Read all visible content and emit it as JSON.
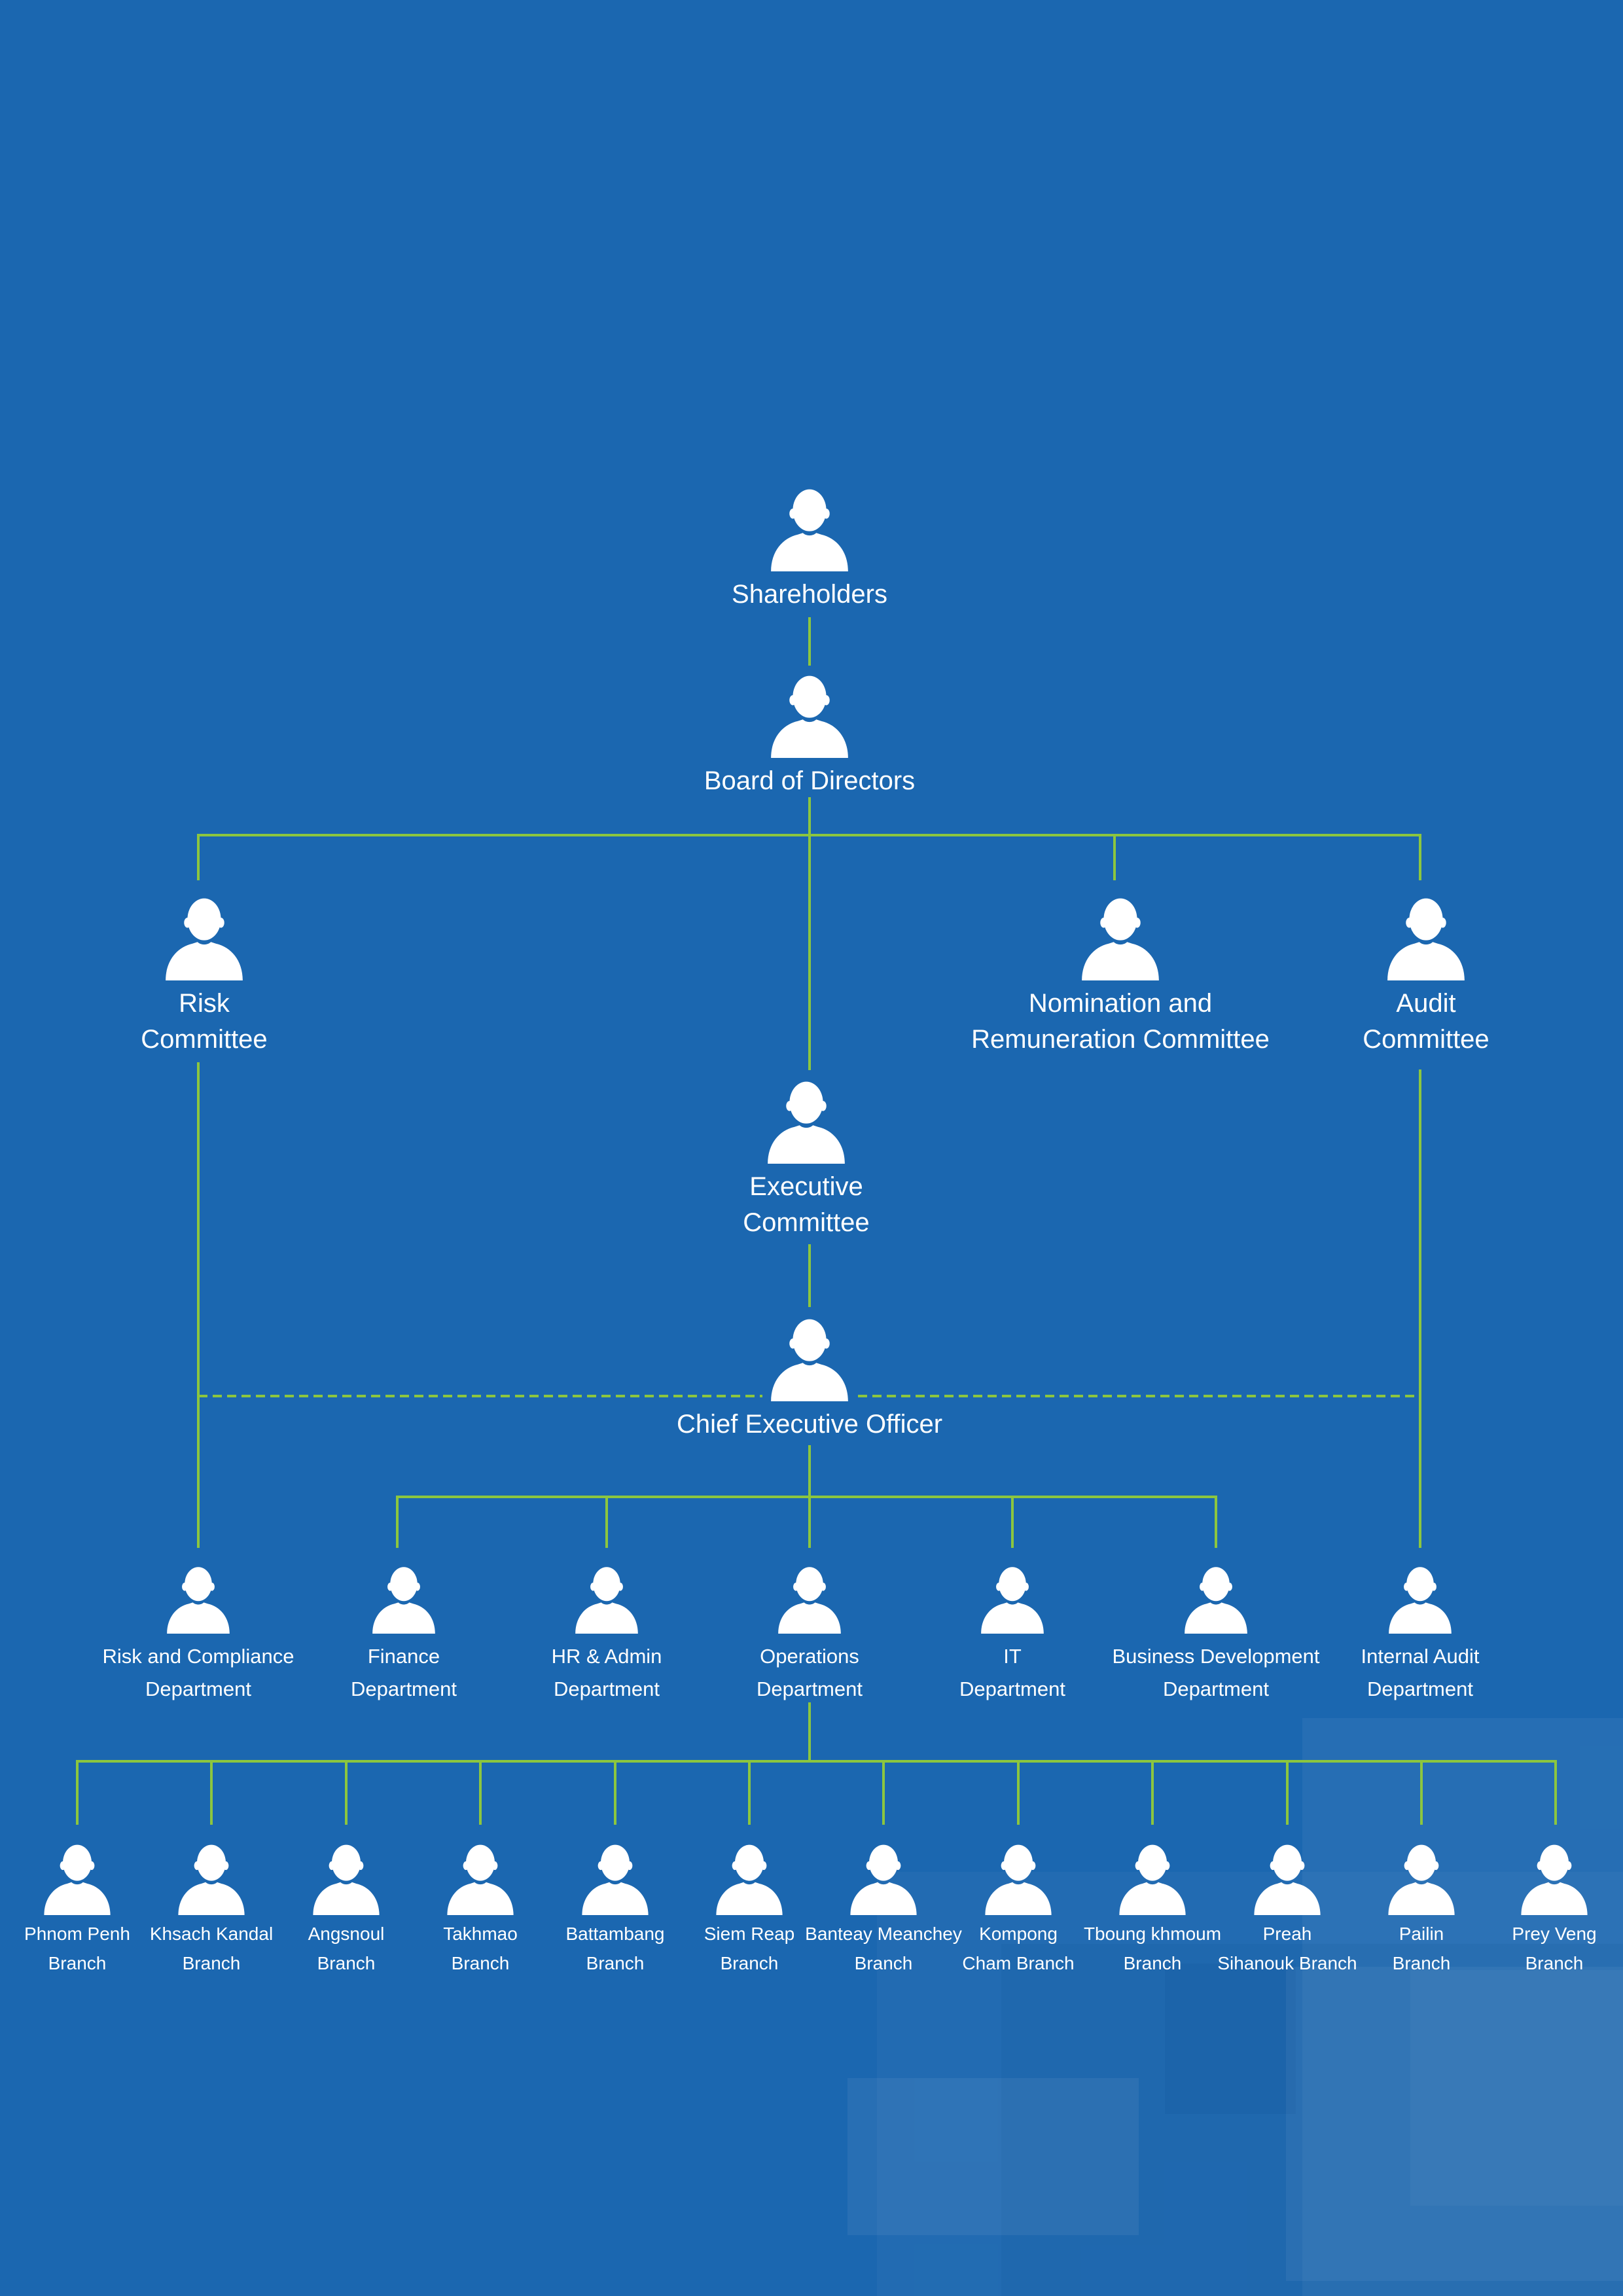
{
  "colors": {
    "background": "#1b67b0",
    "connector": "#8cc63f",
    "icon": "#ffffff",
    "text": "#ffffff"
  },
  "icon_name": "person-silhouette-icon",
  "org_chart": {
    "shareholders": {
      "lines": [
        "Shareholders"
      ]
    },
    "board": {
      "lines": [
        "Board of Directors"
      ]
    },
    "committees": {
      "risk": {
        "lines": [
          "Risk",
          "Committee"
        ]
      },
      "nomination": {
        "lines": [
          "Nomination and",
          "Remuneration Committee"
        ]
      },
      "audit": {
        "lines": [
          "Audit",
          "Committee"
        ]
      },
      "executive": {
        "lines": [
          "Executive",
          "Committee"
        ]
      }
    },
    "ceo": {
      "lines": [
        "Chief Executive Officer"
      ]
    },
    "departments": [
      {
        "id": "risk-compliance",
        "lines": [
          "Risk and Compliance",
          "Department"
        ]
      },
      {
        "id": "finance",
        "lines": [
          "Finance",
          "Department"
        ]
      },
      {
        "id": "hr-admin",
        "lines": [
          "HR & Admin",
          "Department"
        ]
      },
      {
        "id": "operations",
        "lines": [
          "Operations",
          "Department"
        ]
      },
      {
        "id": "it",
        "lines": [
          "IT",
          "Department"
        ]
      },
      {
        "id": "business-development",
        "lines": [
          "Business Development",
          "Department"
        ]
      },
      {
        "id": "internal-audit",
        "lines": [
          "Internal Audit",
          "Department"
        ]
      }
    ],
    "branches": [
      {
        "id": "phnom-penh",
        "lines": [
          "Phnom Penh",
          "Branch"
        ]
      },
      {
        "id": "khsach-kandal",
        "lines": [
          "Khsach Kandal",
          "Branch"
        ]
      },
      {
        "id": "angsnoul",
        "lines": [
          "Angsnoul",
          "Branch"
        ]
      },
      {
        "id": "takhmao",
        "lines": [
          "Takhmao",
          "Branch"
        ]
      },
      {
        "id": "battambang",
        "lines": [
          "Battambang",
          "Branch"
        ]
      },
      {
        "id": "siem-reap",
        "lines": [
          "Siem Reap",
          "Branch"
        ]
      },
      {
        "id": "banteay-meanchey",
        "lines": [
          "Banteay Meanchey",
          "Branch"
        ]
      },
      {
        "id": "kompong-cham",
        "lines": [
          "Kompong",
          "Cham Branch"
        ]
      },
      {
        "id": "tboung-khmoum",
        "lines": [
          "Tboung khmoum",
          "Branch"
        ]
      },
      {
        "id": "preah-sihanouk",
        "lines": [
          "Preah",
          "Sihanouk Branch"
        ]
      },
      {
        "id": "pailin",
        "lines": [
          "Pailin",
          "Branch"
        ]
      },
      {
        "id": "prey-veng",
        "lines": [
          "Prey Veng",
          "Branch"
        ]
      }
    ]
  }
}
